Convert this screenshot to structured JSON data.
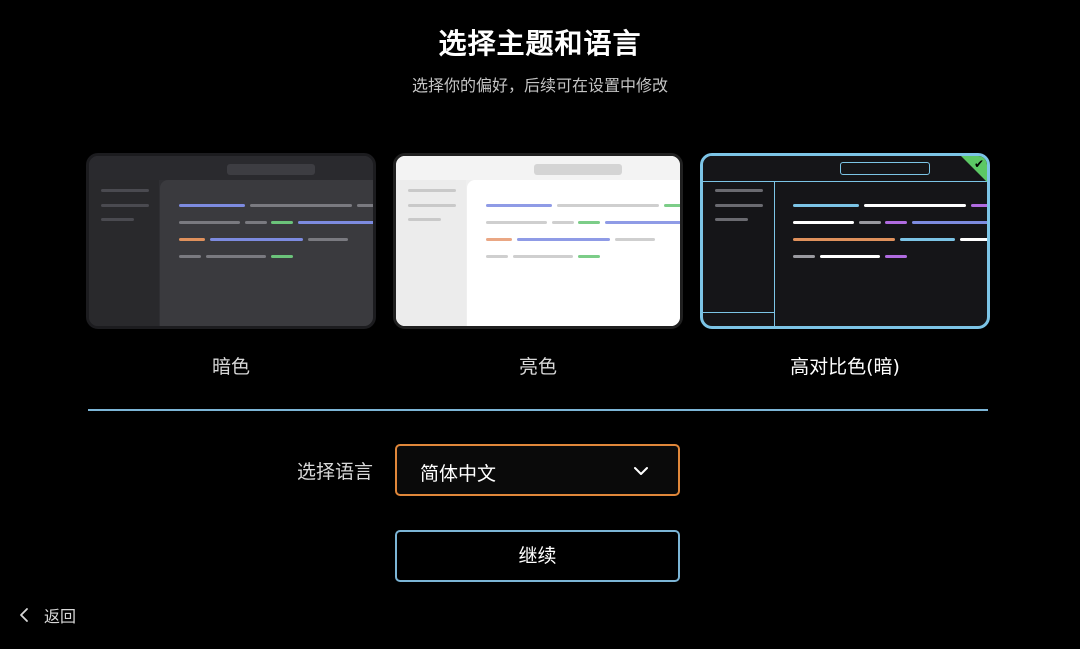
{
  "header": {
    "title": "选择主题和语言",
    "subtitle": "选择你的偏好，后续可在设置中修改"
  },
  "themes": [
    {
      "label": "暗色",
      "selected": false
    },
    {
      "label": "亮色",
      "selected": false
    },
    {
      "label": "高对比色(暗)",
      "selected": true
    }
  ],
  "language": {
    "label": "选择语言",
    "value": "简体中文",
    "icon": "chevron-down-icon"
  },
  "actions": {
    "continue_label": "继续",
    "back_label": "返回",
    "back_icon": "chevron-left-icon"
  },
  "colors": {
    "selected_border": "#7cc4e6",
    "selected_check": "#5cc865",
    "select_border": "#e0873a",
    "button_border": "#7cb5d6"
  }
}
